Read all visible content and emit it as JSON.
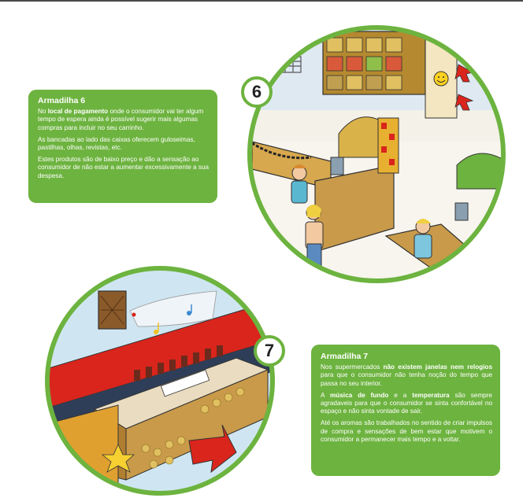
{
  "armadilha6": {
    "number": "6",
    "title": "Armadilha 6",
    "p1_a": "No ",
    "p1_bold": "local de pagamento",
    "p1_b": " onde o consumidor vai ter algum tempo de espera ainda é possível sugerir mais algumas compras para incluir no seu carrinho.",
    "p2": "As bancadas ao lado das caixas oferecem guloseimas, pastilhas, olhas, revistas, etc.",
    "p3": "Estes produtos são de baixo preço e  dão a sensação ao consumidor de não estar a aumentar excessivamente a sua despesa."
  },
  "armadilha7": {
    "number": "7",
    "title": "Armadilha 7",
    "p1_a": "Nos supermercados ",
    "p1_bold": "não existem janelas nem relogios",
    "p1_b": " para que o consumidor não tenha noção do tempo que passa no seu interior.",
    "p2_a": "A ",
    "p2_bold1": "música de fundo",
    "p2_b": " e a ",
    "p2_bold2": "temperatura",
    "p2_c": " são sempre agradaveis para que o consumidor se sinta confortável no espaço e não sinta vontade de sair.",
    "p3": "Até os aromas são trabalhados no sentido de criar impulsos de compra e sensações de bem estar que motivem o consumidor a permanecer mais tempo e a voltar."
  },
  "colors": {
    "accent_green": "#6db33f",
    "arrow_red": "#d9251c",
    "counter_tan": "#c89a4a"
  },
  "icons": [
    "shopping-cart-icon",
    "smiley-icon",
    "music-note-icon",
    "speaker-icon",
    "red-arrow-icon"
  ]
}
